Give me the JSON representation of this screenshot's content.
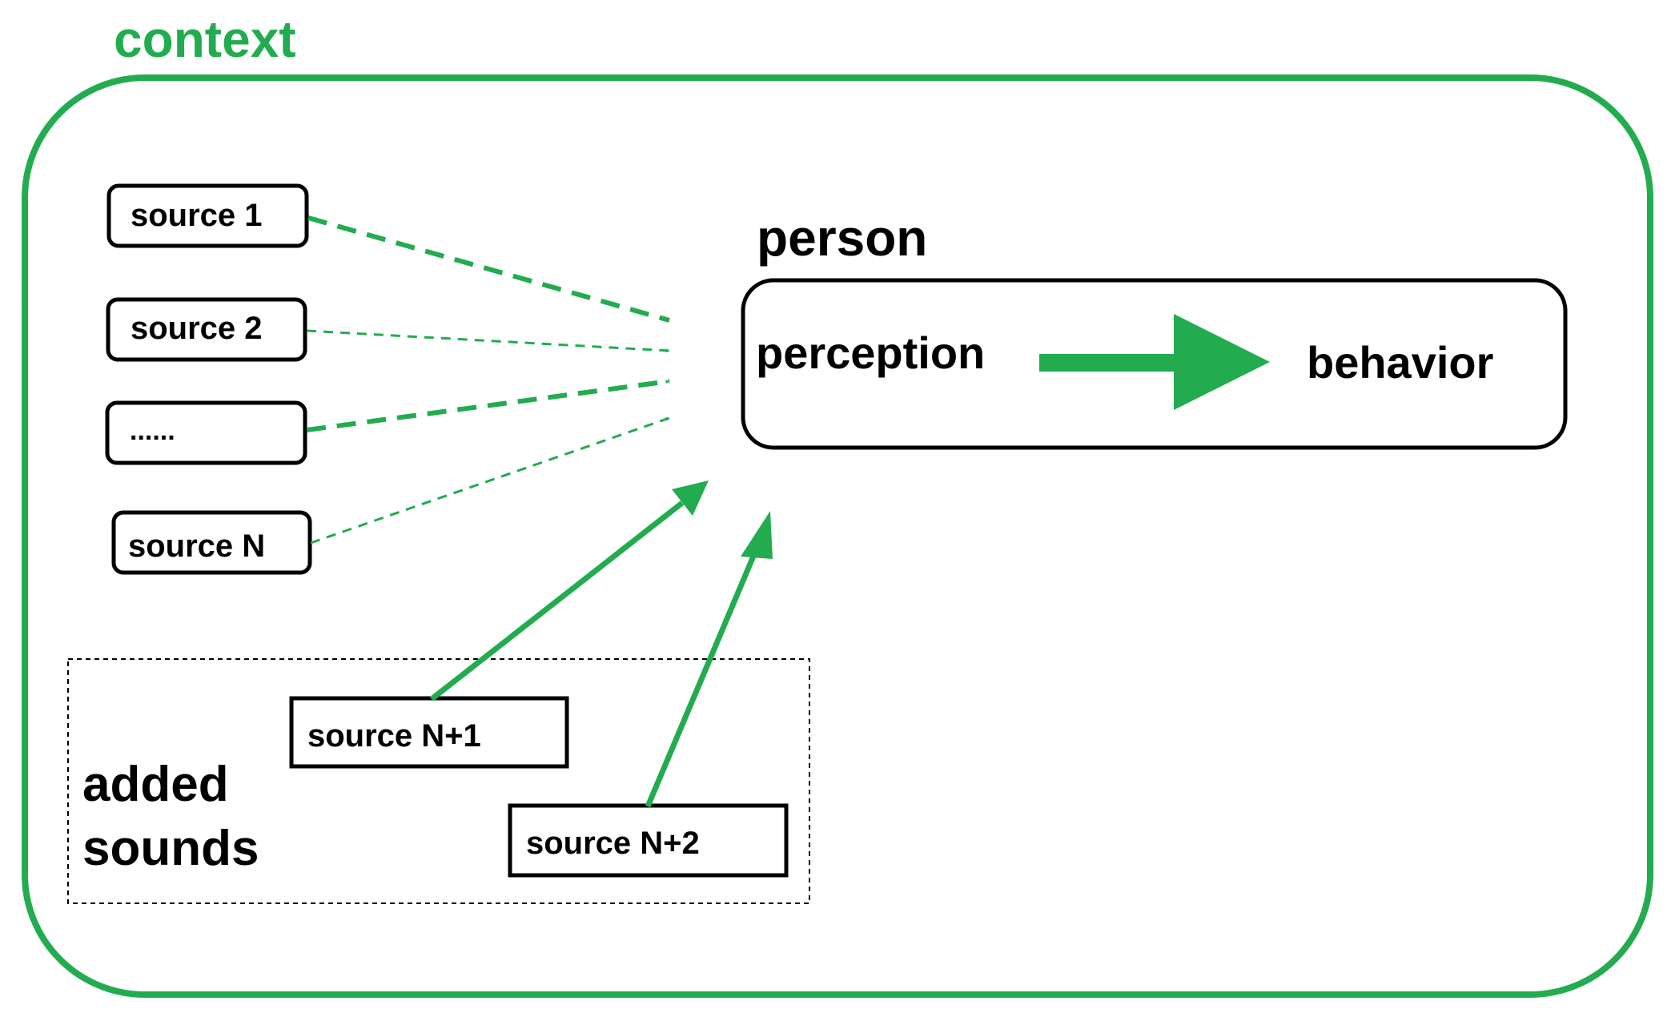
{
  "colors": {
    "accent": "#22ac4f",
    "ink": "#000000",
    "background": "#ffffff"
  },
  "context": {
    "label": "context"
  },
  "person": {
    "label": "person",
    "perception": "perception",
    "behavior": "behavior"
  },
  "sources": {
    "s1": "source 1",
    "s2": "source 2",
    "ellipsis": "......",
    "sN": "source N"
  },
  "added_sounds": {
    "line1": "added",
    "line2": "sounds",
    "sN1": "source N+1",
    "sN2": "source N+2"
  }
}
